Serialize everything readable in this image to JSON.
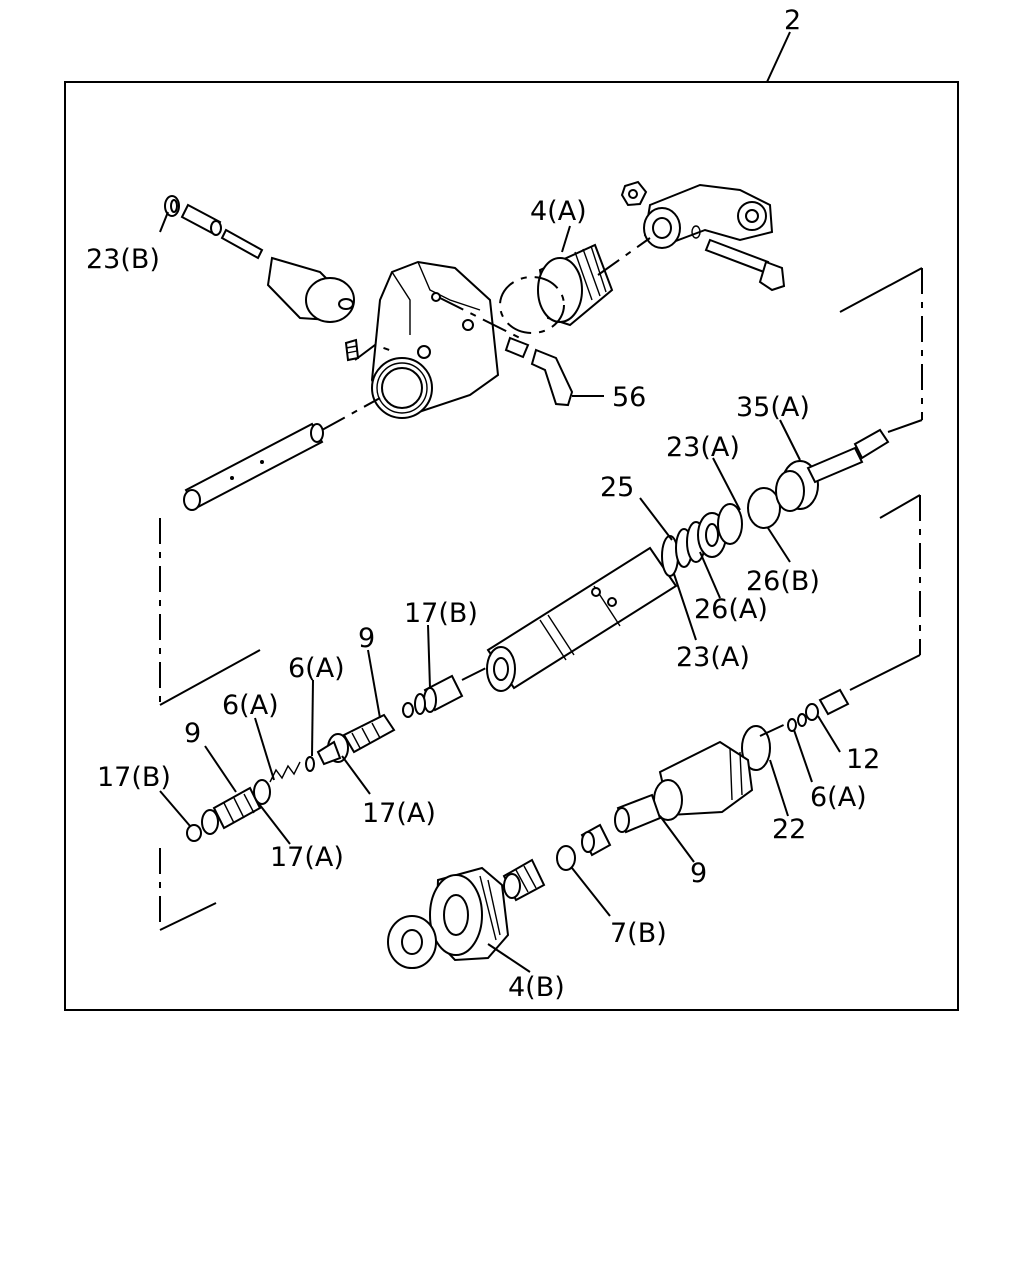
{
  "diagram": {
    "assembly_number": "2",
    "labels": {
      "l_23b_top": "23(B)",
      "l_4a": "4(A)",
      "l_56": "56",
      "l_35a": "35(A)",
      "l_23a_top": "23(A)",
      "l_25": "25",
      "l_26b": "26(B)",
      "l_26a": "26(A)",
      "l_23a_bot": "23(A)",
      "l_17b_mid": "17(B)",
      "l_9_mid": "9",
      "l_6a_mid": "6(A)",
      "l_6a_left": "6(A)",
      "l_9_left": "9",
      "l_17b_left": "17(B)",
      "l_17a_mid": "17(A)",
      "l_17a_left": "17(A)",
      "l_12": "12",
      "l_6a_right": "6(A)",
      "l_22": "22",
      "l_9_right": "9",
      "l_7b": "7(B)",
      "l_4b": "4(B)"
    }
  }
}
